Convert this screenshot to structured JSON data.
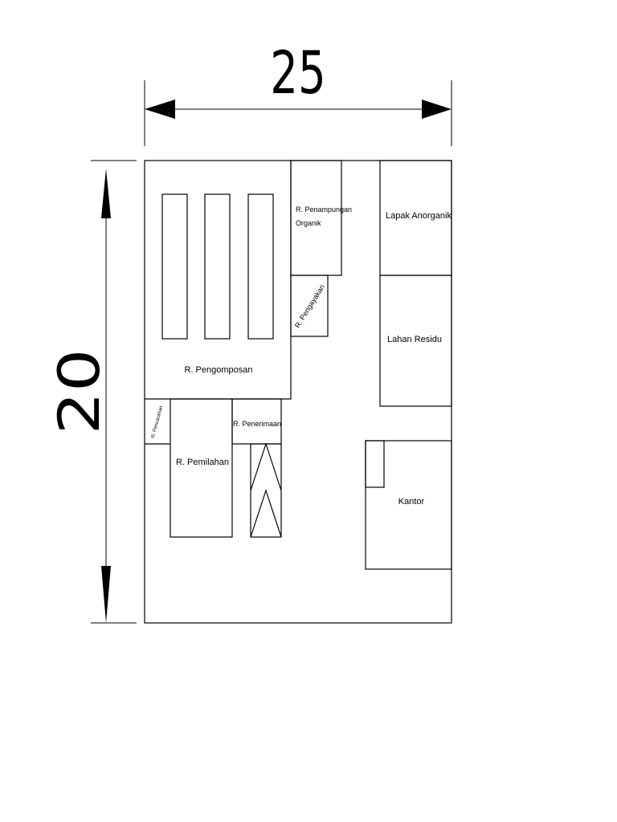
{
  "dimensions": {
    "width_label": "25",
    "height_label": "20"
  },
  "rooms": {
    "pengomposan": "R. Pengomposan",
    "penampungan_organik_line1": "R. Penampungan",
    "penampungan_organik_line2": "Organik",
    "pengayakan": "R. Pengayakan",
    "lapak_anorganik": "Lapak Anorganik",
    "lahan_residu": "Lahan Residu",
    "pencacahan": "R. Pencacahan",
    "pemilahan": "R. Pemilahan",
    "penerimaan": "R. Penerimaan",
    "kantor": "Kantor"
  }
}
